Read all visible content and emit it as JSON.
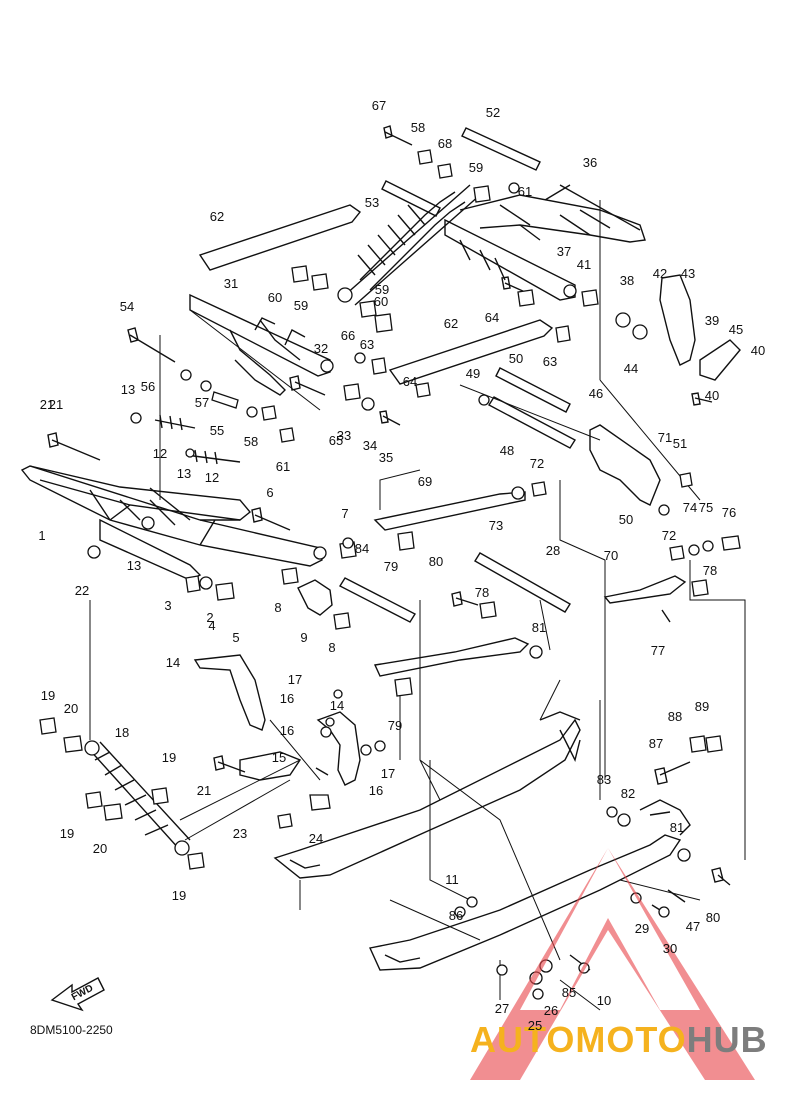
{
  "diagram": {
    "code": "8DM5100-2250",
    "fwd_label": "FWD",
    "watermark": {
      "part1": "AUTOMOTO",
      "part2": "HUB",
      "color1": "#f5b21e",
      "color2": "#7d7d7d",
      "triangle_color": "#e8484c"
    }
  },
  "callouts": [
    "1",
    "2",
    "3",
    "4",
    "5",
    "6",
    "7",
    "8",
    "8",
    "9",
    "10",
    "11",
    "12",
    "12",
    "13",
    "13",
    "13",
    "14",
    "14",
    "15",
    "16",
    "16",
    "16",
    "17",
    "17",
    "18",
    "19",
    "19",
    "19",
    "19",
    "20",
    "20",
    "21",
    "21",
    "21",
    "22",
    "23",
    "24",
    "25",
    "26",
    "27",
    "28",
    "29",
    "30",
    "31",
    "32",
    "33",
    "34",
    "35",
    "36",
    "37",
    "38",
    "39",
    "40",
    "40",
    "41",
    "42",
    "43",
    "44",
    "45",
    "46",
    "47",
    "48",
    "49",
    "50",
    "50",
    "51",
    "52",
    "53",
    "54",
    "55",
    "56",
    "57",
    "58",
    "58",
    "59",
    "59",
    "59",
    "60",
    "60",
    "61",
    "61",
    "62",
    "62",
    "63",
    "63",
    "64",
    "64",
    "65",
    "66",
    "67",
    "68",
    "69",
    "70",
    "71",
    "72",
    "72",
    "73",
    "74",
    "75",
    "76",
    "77",
    "78",
    "78",
    "79",
    "79",
    "80",
    "80",
    "81",
    "81",
    "82",
    "83",
    "84",
    "85",
    "86",
    "87",
    "88",
    "89"
  ]
}
